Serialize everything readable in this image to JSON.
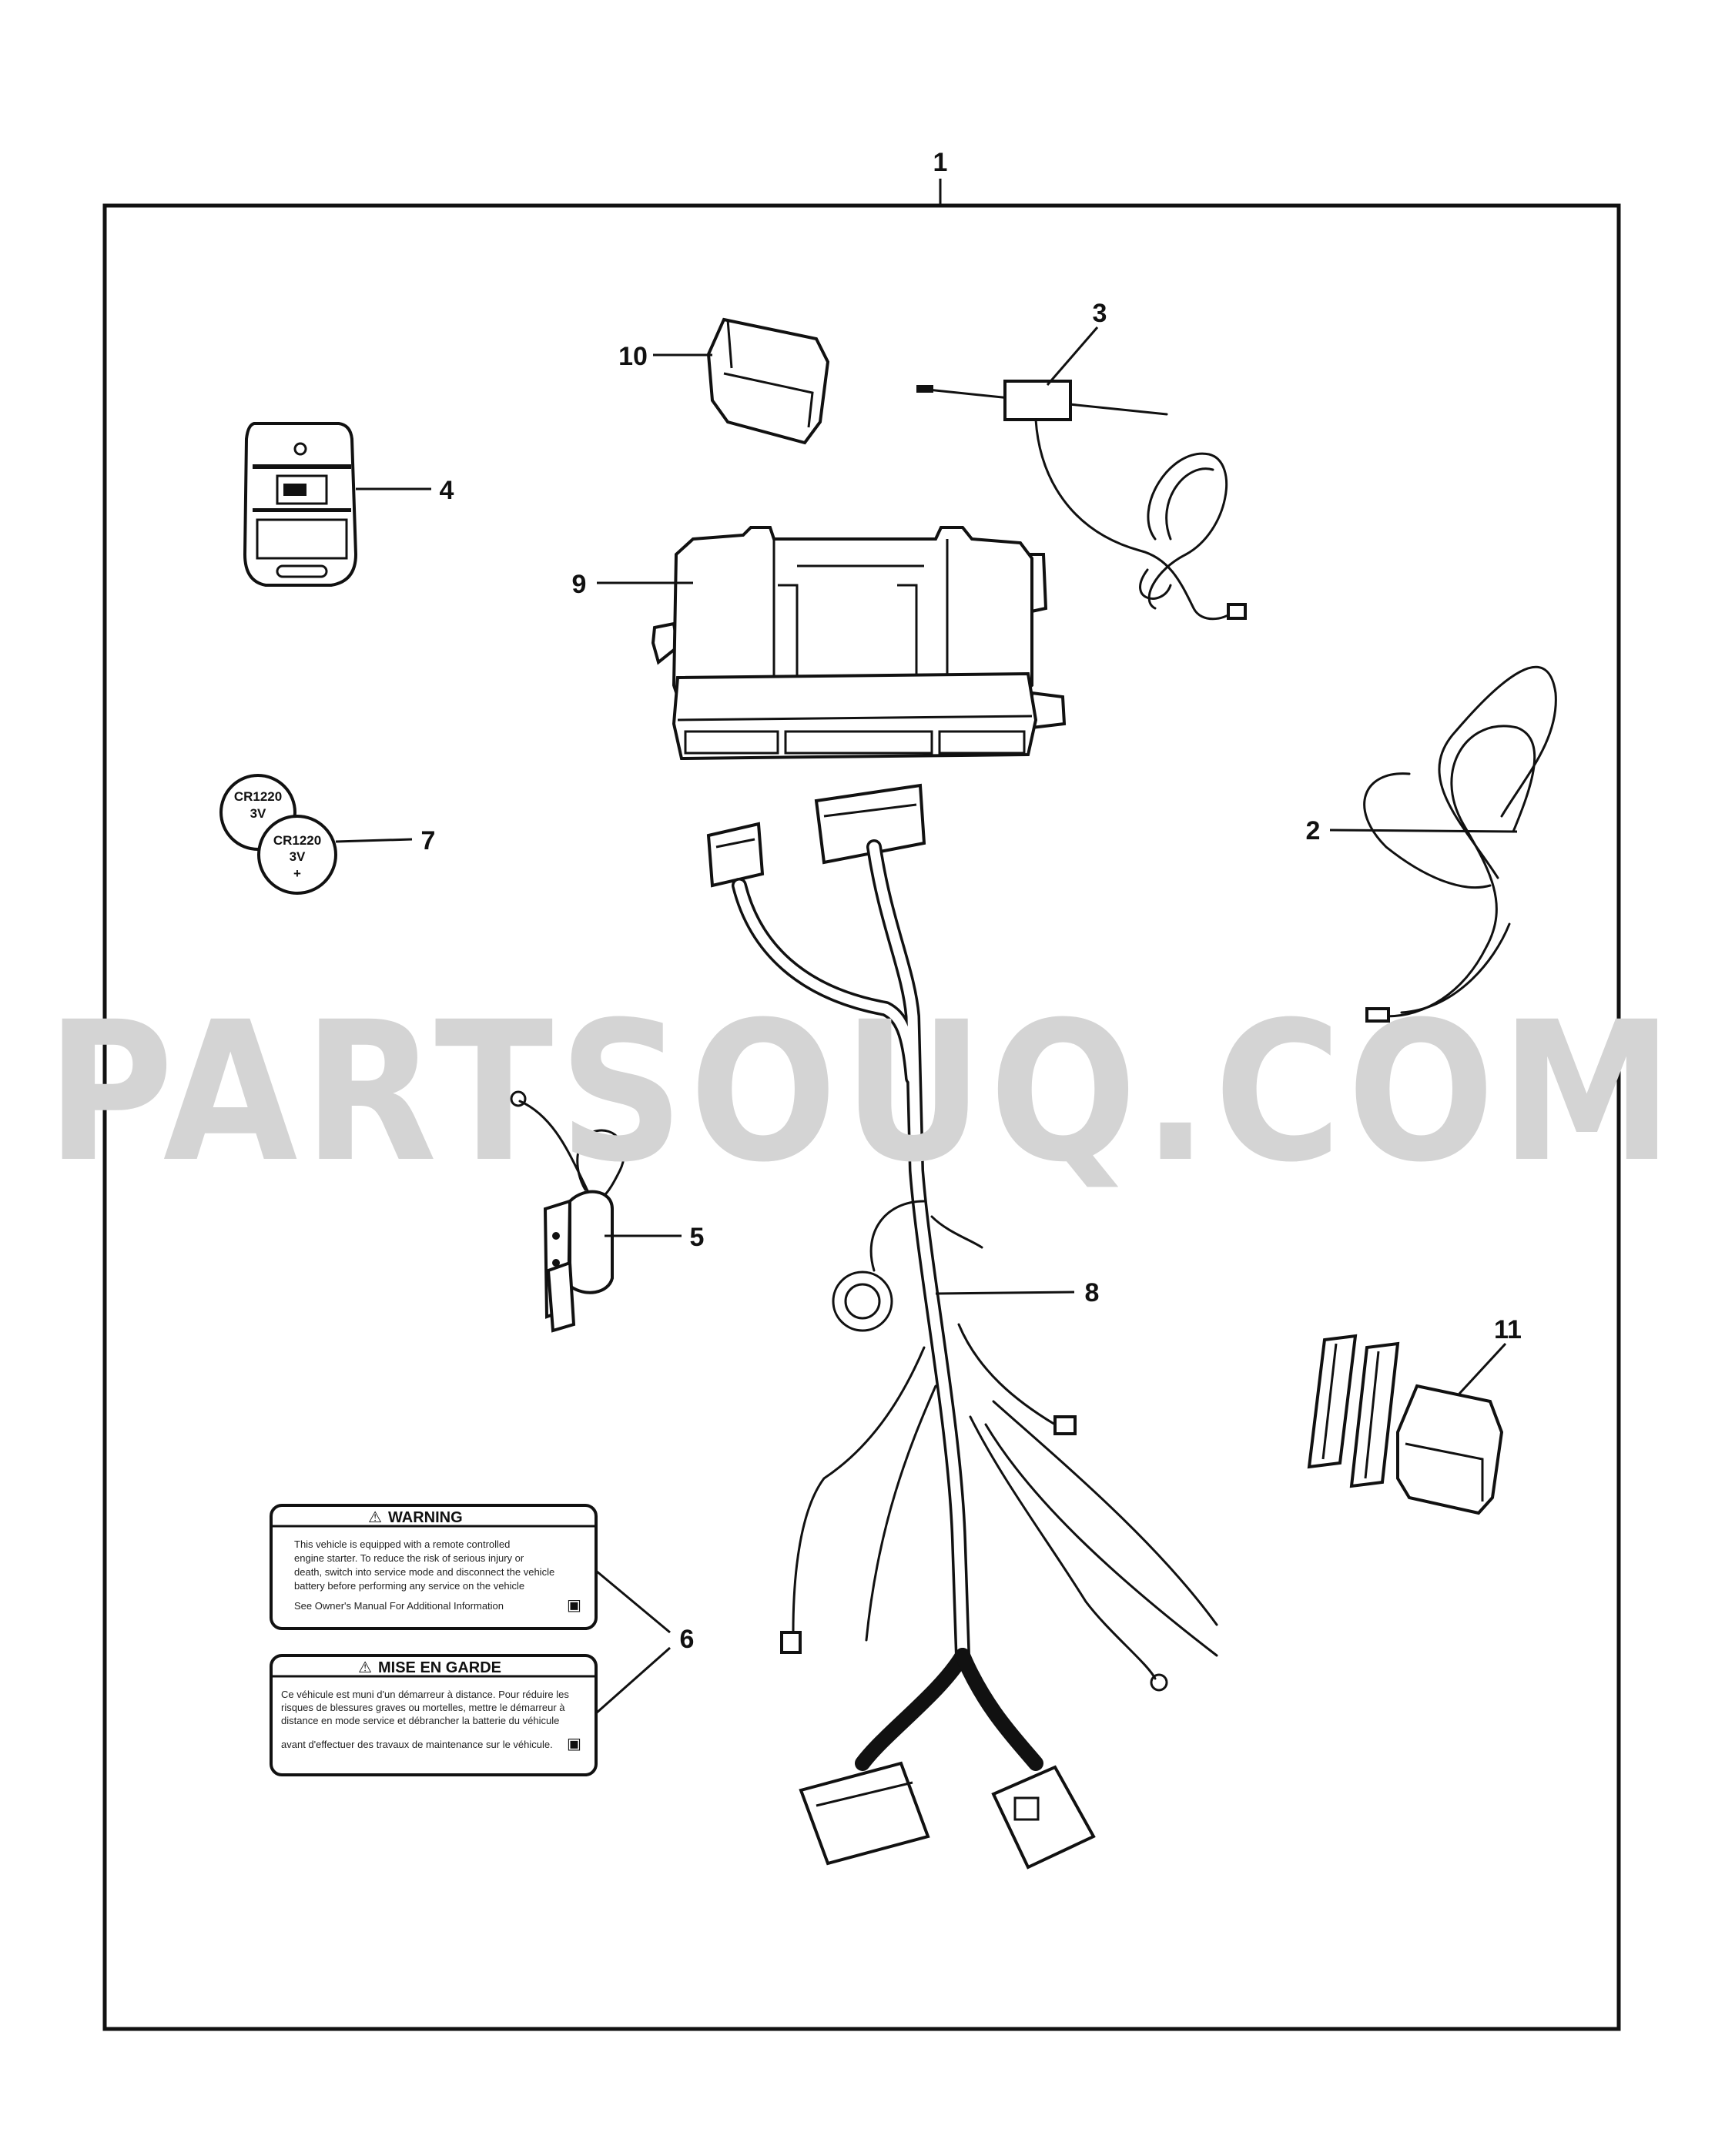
{
  "watermark": "PARTSOUQ.COM",
  "callouts": {
    "c1": "1",
    "c2": "2",
    "c3": "3",
    "c4": "4",
    "c5": "5",
    "c6": "6",
    "c7": "7",
    "c8": "8",
    "c9": "9",
    "c10": "10",
    "c11": "11"
  },
  "battery": {
    "type": "CR1220",
    "voltage": "3V",
    "polarity": "+"
  },
  "warning_label": {
    "title": "WARNING",
    "lines": [
      "This vehicle is equipped with a remote controlled",
      "engine starter. To reduce the risk of serious injury or",
      "death, switch into service mode and disconnect the vehicle",
      "battery before performing any service on the vehicle"
    ],
    "footer": "See Owner's Manual For Additional Information"
  },
  "mise_label": {
    "title": "MISE EN GARDE",
    "lines": [
      "Ce véhicule est muni d'un démarreur à distance. Pour réduire les",
      "risques de blessures graves ou mortelles, mettre le démarreur à",
      "distance en mode service et débrancher la batterie du véhicule"
    ],
    "footer": "avant d'effectuer des travaux de maintenance sur le véhicule."
  }
}
